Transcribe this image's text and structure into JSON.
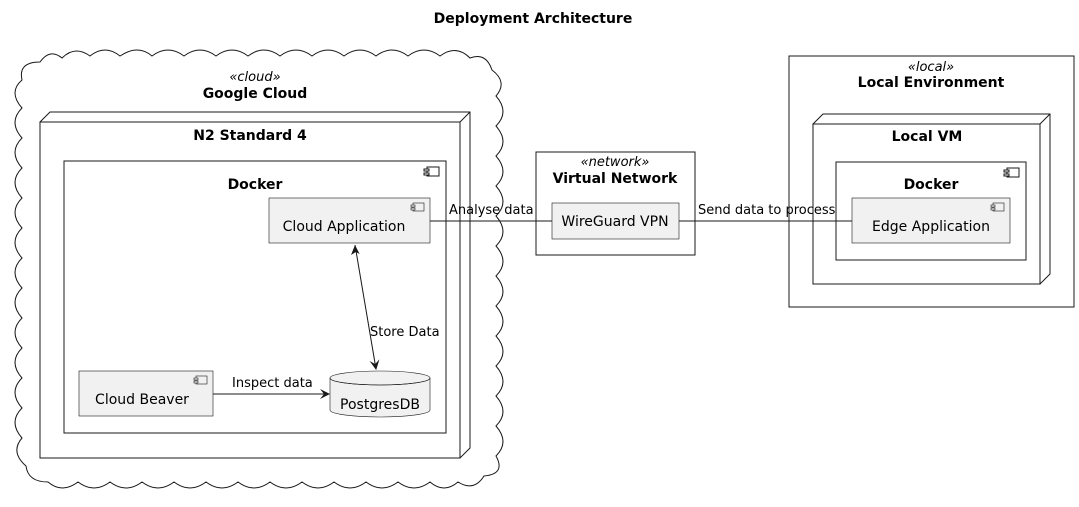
{
  "title": "Deployment Architecture",
  "cloud": {
    "stereotype": "«cloud»",
    "name": "Google Cloud"
  },
  "node_n2": {
    "name": "N2 Standard 4"
  },
  "docker_cloud": {
    "name": "Docker"
  },
  "components": {
    "cloud_application": "Cloud Application",
    "cloud_beaver": "Cloud Beaver",
    "postgres": "PostgresDB",
    "wireguard": "WireGuard VPN",
    "edge_application": "Edge Application"
  },
  "network": {
    "stereotype": "«network»",
    "name": "Virtual Network"
  },
  "local": {
    "stereotype": "«local»",
    "name": "Local Environment"
  },
  "local_vm": {
    "name": "Local VM"
  },
  "docker_local": {
    "name": "Docker"
  },
  "edges": {
    "analyse": "Analyse data",
    "send": "Send data to process",
    "store": "Store Data",
    "inspect": "Inspect data"
  },
  "colors": {
    "stroke": "#181818",
    "component_fill": "#f1f1f1",
    "background": "#ffffff"
  }
}
